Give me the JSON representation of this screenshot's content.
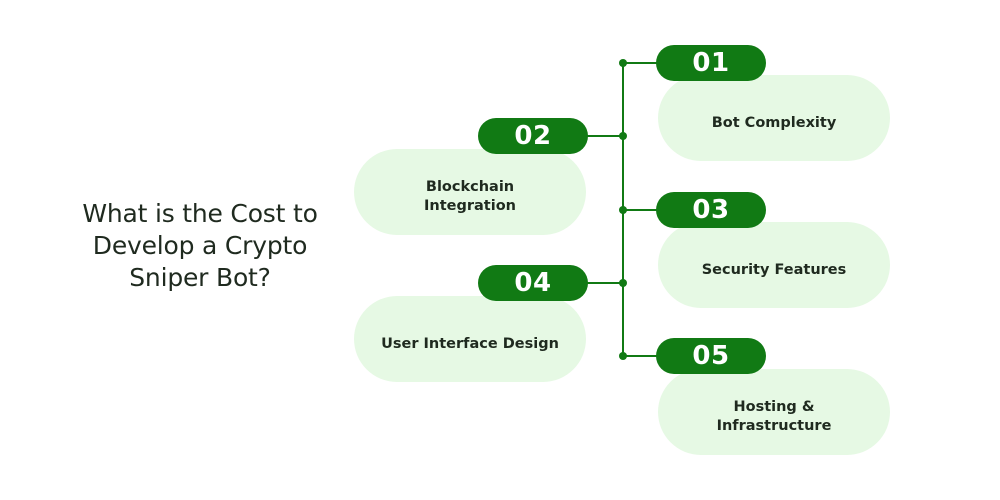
{
  "title": {
    "line1": "What is the Cost to",
    "line2": "Develop a Crypto",
    "line3": "Sniper Bot?"
  },
  "items": [
    {
      "number": "01",
      "label": "Bot Complexity"
    },
    {
      "number": "02",
      "label": "Blockchain Integration"
    },
    {
      "number": "03",
      "label": "Security Features"
    },
    {
      "number": "04",
      "label": "User Interface Design"
    },
    {
      "number": "05",
      "label_line1": "Hosting &",
      "label_line2": "Infrastructure"
    }
  ],
  "colors": {
    "badge": "#117a14",
    "card": "#e6f9e4",
    "connector": "#117a14",
    "text": "#1f2a1f"
  }
}
